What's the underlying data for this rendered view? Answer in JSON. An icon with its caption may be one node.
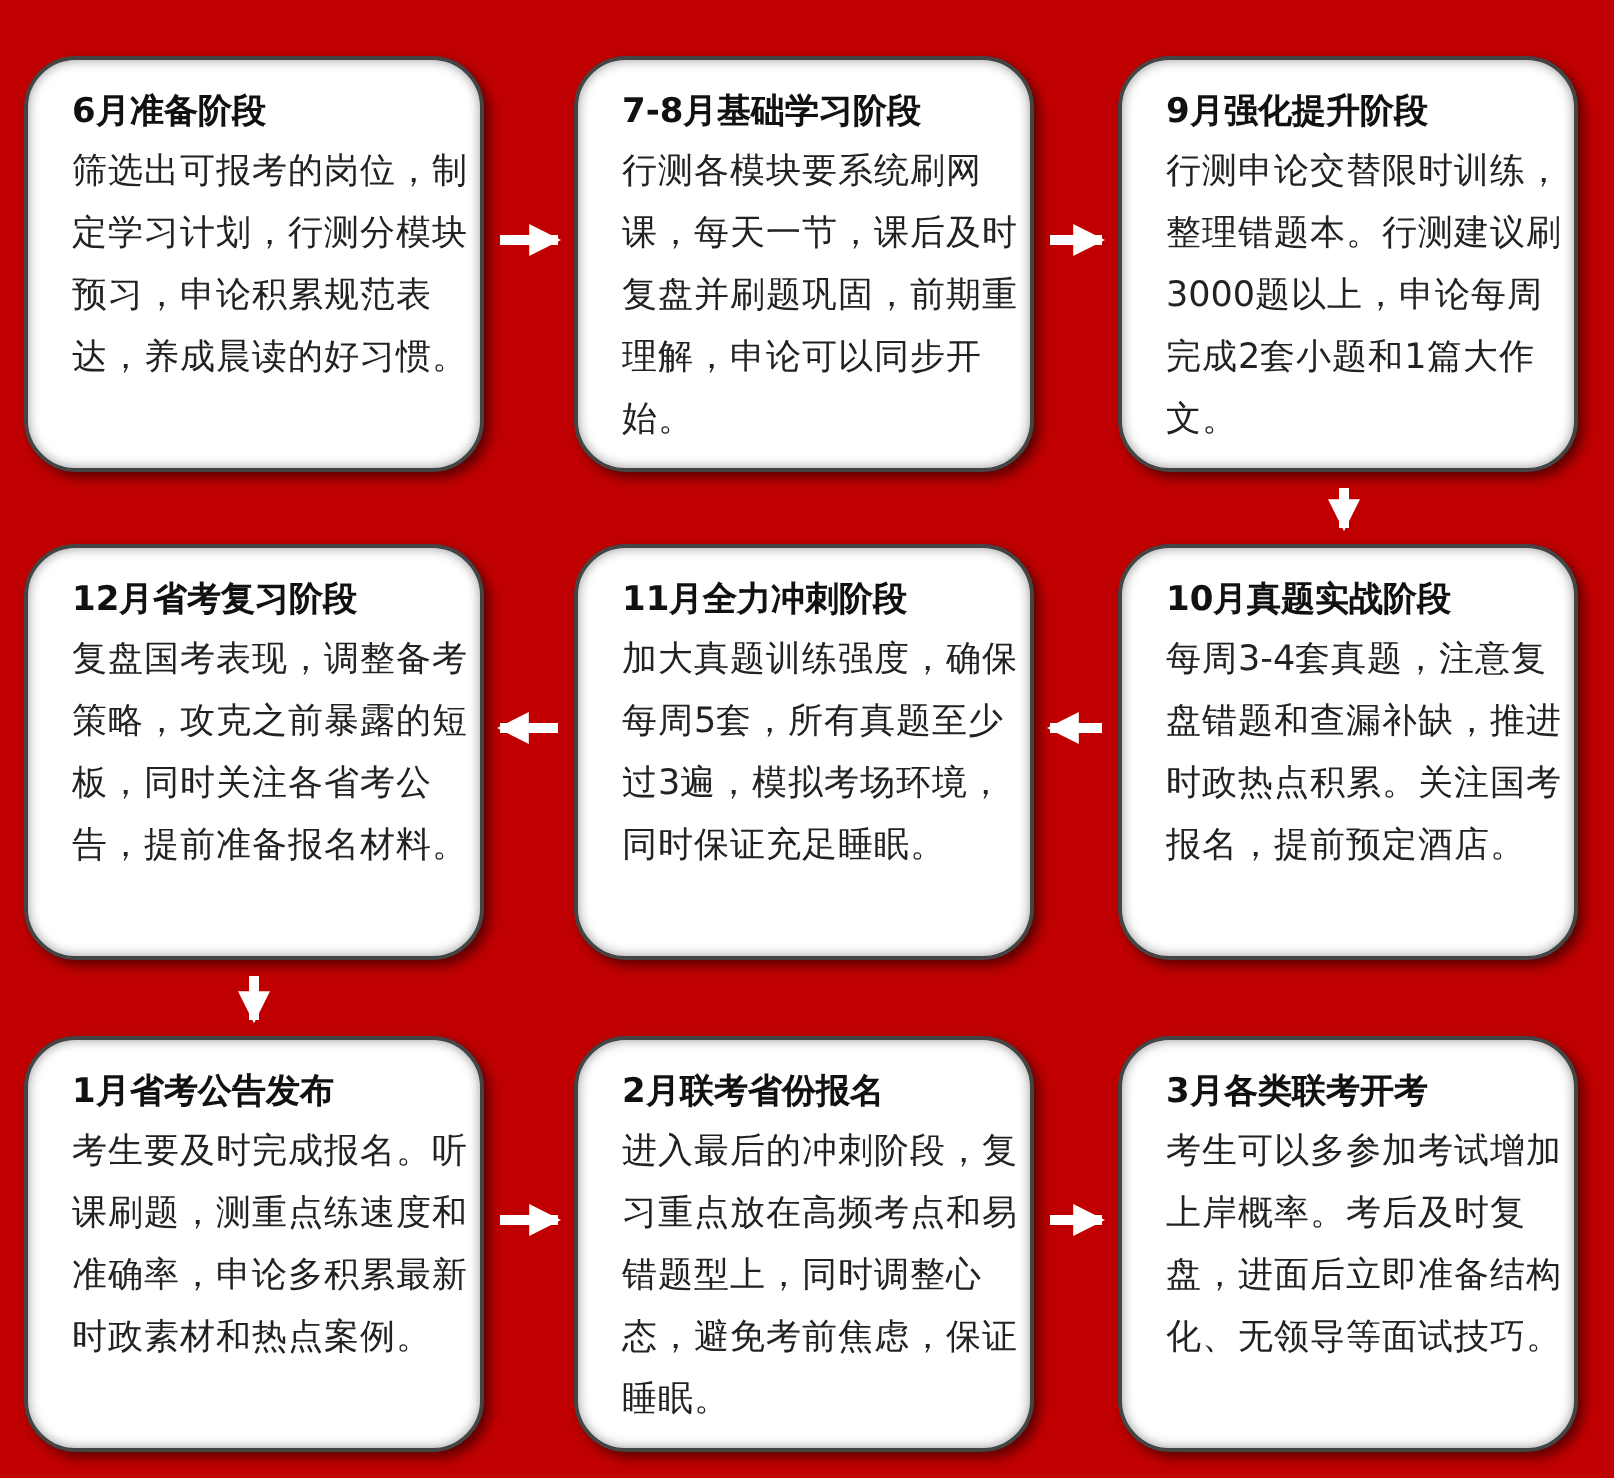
{
  "diagram": {
    "nodes": [
      {
        "text": [
          "6月准备阶段",
          "筛选出可报考的岗位，制定学习计划，行测分模块预习，申论积累规范表达，养成晨读的好习惯。"
        ]
      },
      {
        "text": [
          "7-8月基础学习阶段",
          "行测各模块要系统刷网课，每天一节，课后及时复盘并刷题巩固，前期重理解，申论可以同步开始。"
        ]
      },
      {
        "text": [
          "9月强化提升阶段",
          "行测申论交替限时训练，整理错题本。行测建议刷3000题以上，申论每周完成2套小题和1篇大作文。"
        ]
      },
      {
        "text": [
          "12月省考复习阶段",
          "复盘国考表现，调整备考策略，攻克之前暴露的短板，同时关注各省考公告，提前准备报名材料。"
        ]
      },
      {
        "text": [
          "11月全力冲刺阶段",
          "加大真题训练强度，确保每周5套，所有真题至少过3遍，模拟考场环境，同时保证充足睡眠。"
        ]
      },
      {
        "text": [
          "10月真题实战阶段",
          "每周3-4套真题，注意复盘错题和查漏补缺，推进时政热点积累。关注国考报名，提前预定酒店。"
        ]
      },
      {
        "text": [
          "1月省考公告发布",
          "考生要及时完成报名。听课刷题，测重点练速度和准确率，申论多积累最新时政素材和热点案例。"
        ]
      },
      {
        "text": [
          "2月联考省份报名",
          "进入最后的冲刺阶段，复习重点放在高频考点和易错题型上，同时调整心态，避免考前焦虑，保证睡眠。"
        ]
      },
      {
        "text": [
          "3月各类联考开考",
          "考生可以多参加考试增加上岸概率。考后及时复盘，进面后立即准备结构化、无领导等面试技巧。"
        ]
      }
    ],
    "edges": [
      {
        "from": 0,
        "to": 1,
        "arrow": "to"
      },
      {
        "from": 1,
        "to": 2,
        "arrow": "to"
      },
      {
        "from": 2,
        "to": 5,
        "arrow": "to"
      },
      {
        "from": 5,
        "to": 4,
        "arrow": "to"
      },
      {
        "from": 4,
        "to": 3,
        "arrow": "to"
      },
      {
        "from": 3,
        "to": 6,
        "arrow": "to"
      },
      {
        "from": 6,
        "to": 7,
        "arrow": "to"
      },
      {
        "from": 7,
        "to": 8,
        "arrow": "to"
      }
    ]
  }
}
